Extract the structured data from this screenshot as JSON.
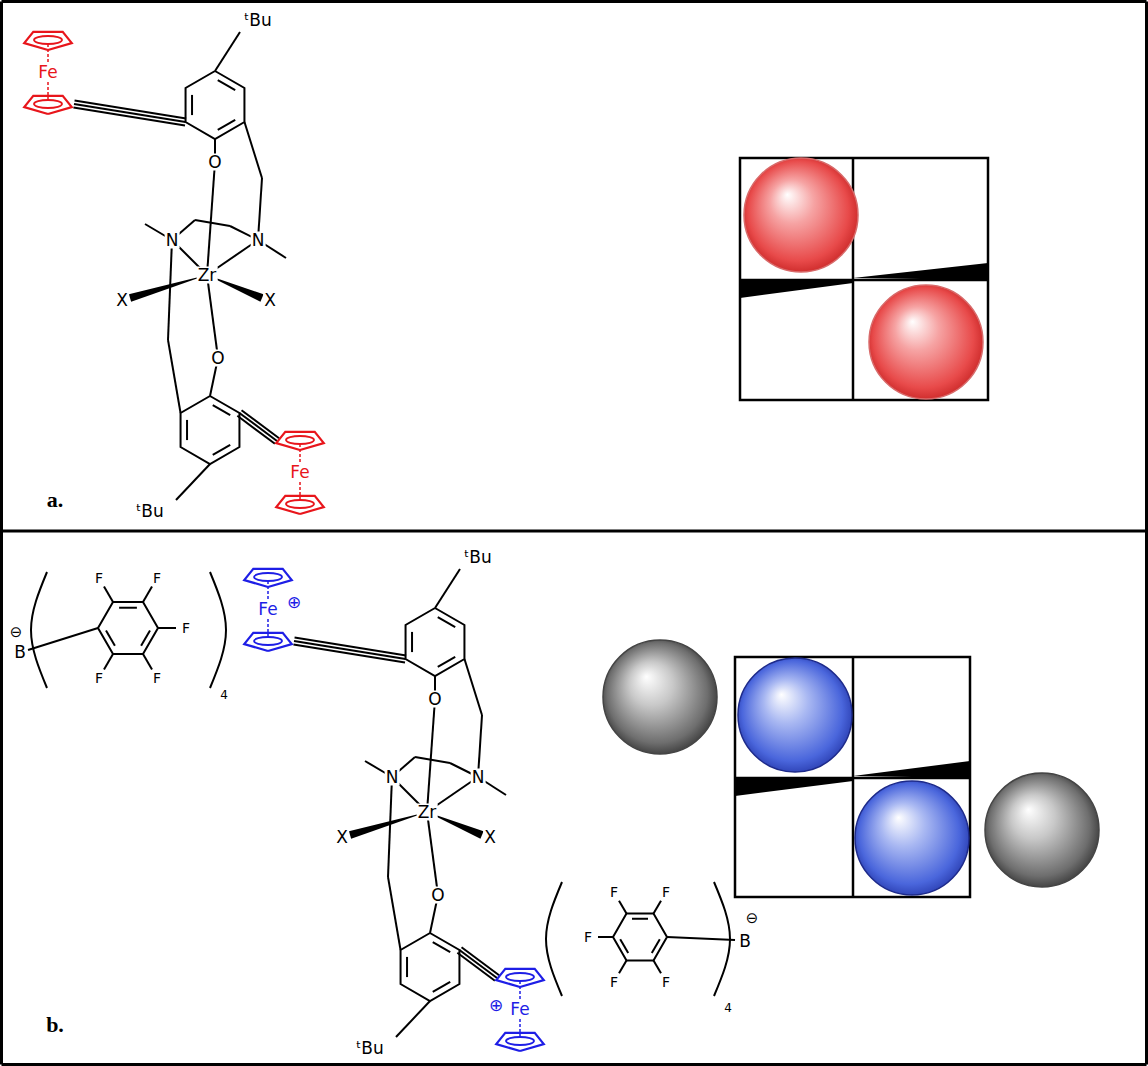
{
  "diagram": {
    "labels": [
      "ᵗBu",
      "Fe",
      "O",
      "N",
      "N",
      "Zr",
      "X",
      "X",
      "O",
      "ᵗBu",
      "Fe",
      "a.",
      "⊖",
      "B",
      "F",
      "F",
      "F",
      "F",
      "F",
      "4",
      "Fe",
      "⊕",
      "ᵗBu",
      "O",
      "N",
      "N",
      "Zr",
      "X",
      "X",
      "O",
      "⊕",
      "Fe",
      "ᵗBu",
      "F",
      "F",
      "F",
      "F",
      "F",
      "⊖",
      "B",
      "4",
      "b."
    ]
  }
}
